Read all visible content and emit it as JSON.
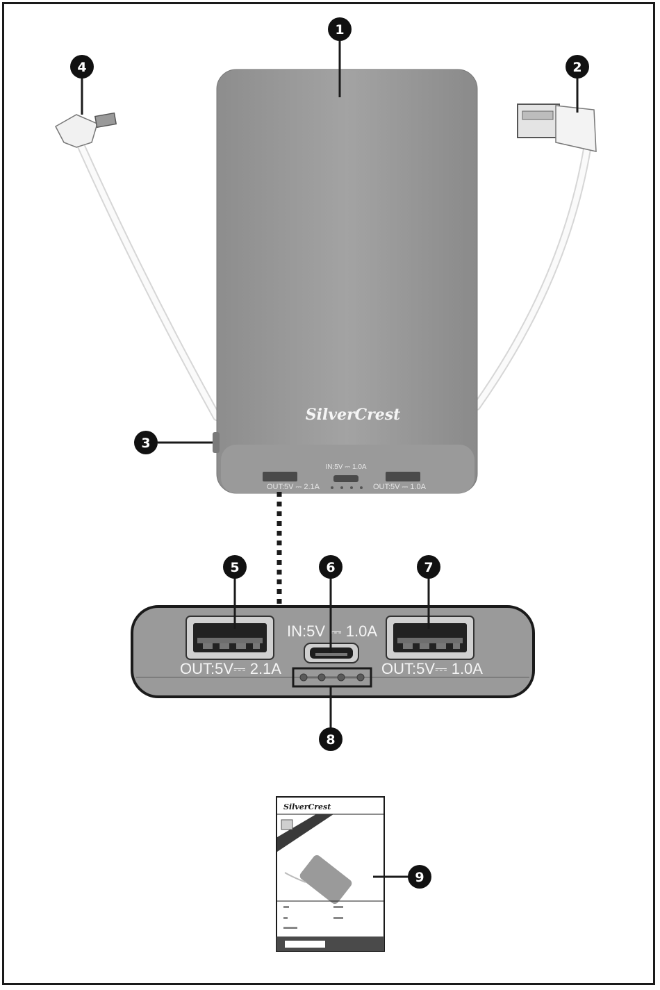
{
  "brand": "SilverCrest",
  "device_labels": {
    "out_left": "OUT:5V ⎓ 2.1A",
    "in": "IN:5V ⎓ 1.0A",
    "out_right": "OUT:5V ⎓ 1.0A"
  },
  "detail_labels": {
    "out_left": "OUT:5V⎓ 2.1A",
    "in": "IN:5V ⎓ 1.0A",
    "out_right": "OUT:5V⎓ 1.0A"
  },
  "callouts": [
    "1",
    "2",
    "3",
    "4",
    "5",
    "6",
    "7",
    "8",
    "9"
  ],
  "manual_brand": "SilverCrest"
}
